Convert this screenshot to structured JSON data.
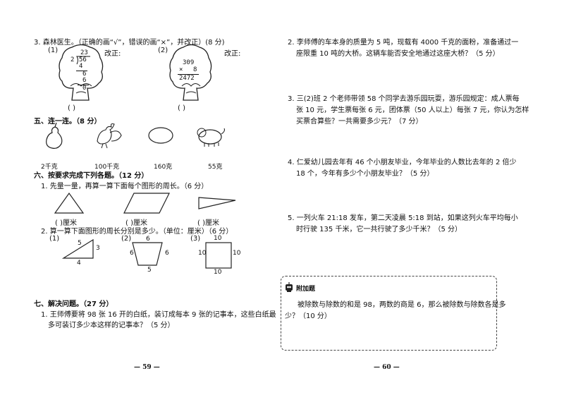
{
  "left_page": {
    "q3": {
      "title": "3. 森林医生。（正确的画“√”，错误的画“×”，并改正）(8 分)",
      "sub1_label": "(1)",
      "sub2_label": "(2)",
      "fix_label": "改正:",
      "division": {
        "quotient": "23",
        "divisor": "2",
        "dividend": "56",
        "step1": "4",
        "step2": "6",
        "step3": "6",
        "remainder": "0"
      },
      "multiplication": {
        "top": "309",
        "op": "×",
        "bottom": "8",
        "result": "2472"
      },
      "answer_blank": "(          )"
    },
    "s5": {
      "title": "五、连一连。（8 分）",
      "labels": [
        "2千克",
        "100千克",
        "160克",
        "55克"
      ]
    },
    "s6": {
      "title": "六、按要求完成下列各题。（12 分）",
      "q1": "1. 先量一量，再算一算下面每个图形的周长。（6 分）",
      "cm_blank": "(    )厘米",
      "q2": "2. 算一算下面图形的周长分别是多少。（单位：厘米）（6 分）",
      "fig_labels": [
        "(1)",
        "(2)",
        "(3)"
      ],
      "triangle_sides": [
        "5",
        "3",
        "4"
      ],
      "trapezoid_sides": [
        "6",
        "6",
        "6",
        "5"
      ],
      "square_sides": [
        "10",
        "10",
        "10",
        "10"
      ]
    },
    "s7": {
      "title": "七、解决问题。（27 分）",
      "q1_line1": "1. 王师傅要将 98 张 16 开的白纸，装订成每本 9 张的记事本，这些白纸最",
      "q1_line2": "多可装订多少本这样的记事本？（5 分）"
    },
    "page_number": "— 59 —"
  },
  "right_page": {
    "q2_line1": "2. 李师傅的车本身的质量为 5 吨，现载有 4000 千克的面粉，准备通过一",
    "q2_line2": "座限重 10 吨的大桥。这辆车能否安全地通过这座大桥？（5 分）",
    "q3_line1": "3. 三(2)班 2 个老师带领 58 个同学去游乐园玩耍，游乐园规定：成人票每",
    "q3_line2": "张 10 元，学生票每张 6 元，团体票（50 人以上）每张 7 元，你认为怎样",
    "q3_line3": "买票合算些？一共需要多少元？（7 分）",
    "q4_line1": "4. 仁爱幼儿园去年有 46 个小朋友毕业，今年毕业的人数比去年的 2 倍少",
    "q4_line2": "18 个，今年有多少个小朋友毕业？（5 分）",
    "q5_line1": "5. 一列火车 21:18 发车，第二天凌晨 5:18 到站，如果这列火车平均每小",
    "q5_line2": "时行驶 135 千米，它一共行驶了多少千米？（5 分）",
    "bonus": {
      "title": "附加题",
      "line1": "被除数与除数的和是 98，两数的商是 6，那么被除数与除数各是多",
      "line2": "少？（10 分）"
    },
    "page_number": "— 60 —"
  }
}
